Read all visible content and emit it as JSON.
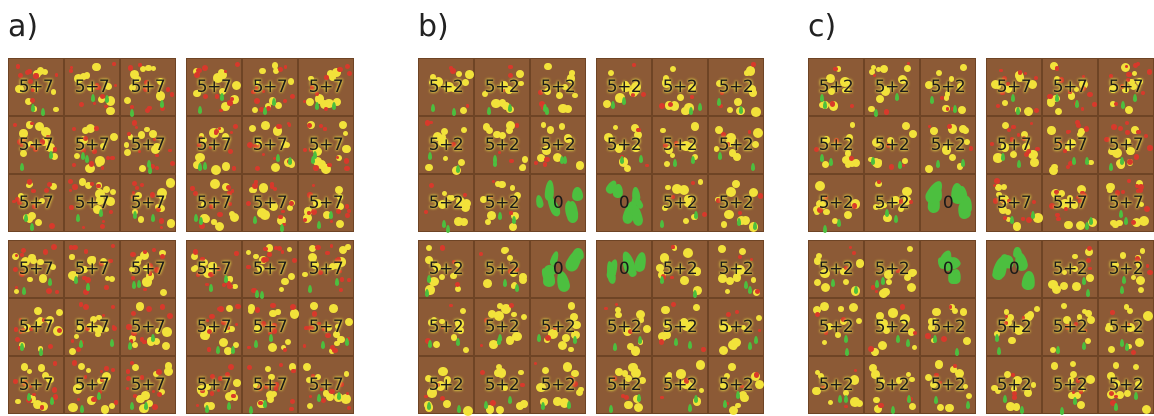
{
  "panels": [
    {
      "label": "a)",
      "blocks": [
        [
          "5+7",
          "5+7",
          "5+7",
          "5+7",
          "5+7",
          "5+7",
          "5+7",
          "5+7",
          "5+7"
        ],
        [
          "5+7",
          "5+7",
          "5+7",
          "5+7",
          "5+7",
          "5+7",
          "5+7",
          "5+7",
          "5+7"
        ],
        [
          "5+7",
          "5+7",
          "5+7",
          "5+7",
          "5+7",
          "5+7",
          "5+7",
          "5+7",
          "5+7"
        ],
        [
          "5+7",
          "5+7",
          "5+7",
          "5+7",
          "5+7",
          "5+7",
          "5+7",
          "5+7",
          "5+7"
        ]
      ]
    },
    {
      "label": "b)",
      "blocks": [
        [
          "5+2",
          "5+2",
          "5+2",
          "5+2",
          "5+2",
          "5+2",
          "5+2",
          "5+2",
          "0"
        ],
        [
          "5+2",
          "5+2",
          "5+2",
          "5+2",
          "5+2",
          "5+2",
          "0",
          "5+2",
          "5+2"
        ],
        [
          "5+2",
          "5+2",
          "0",
          "5+2",
          "5+2",
          "5+2",
          "5+2",
          "5+2",
          "5+2"
        ],
        [
          "0",
          "5+2",
          "5+2",
          "5+2",
          "5+2",
          "5+2",
          "5+2",
          "5+2",
          "5+2"
        ]
      ]
    },
    {
      "label": "c)",
      "blocks": [
        [
          "5+2",
          "5+2",
          "5+2",
          "5+2",
          "5+2",
          "5+2",
          "5+2",
          "5+2",
          "0"
        ],
        [
          "5+7",
          "5+7",
          "5+7",
          "5+7",
          "5+7",
          "5+7",
          "5+7",
          "5+7",
          "5+7"
        ],
        [
          "5+2",
          "5+2",
          "0",
          "5+2",
          "5+2",
          "5+2",
          "5+2",
          "5+2",
          "5+2"
        ],
        [
          "0",
          "5+2",
          "5+2",
          "5+2",
          "5+2",
          "5+2",
          "5+2",
          "5+2",
          "5+2"
        ]
      ]
    }
  ],
  "colors": {
    "soil": "#8c5a36",
    "flower_yellow": "#f2e23a",
    "flower_red": "#d8392b",
    "foliage_green": "#4cbf3f"
  }
}
